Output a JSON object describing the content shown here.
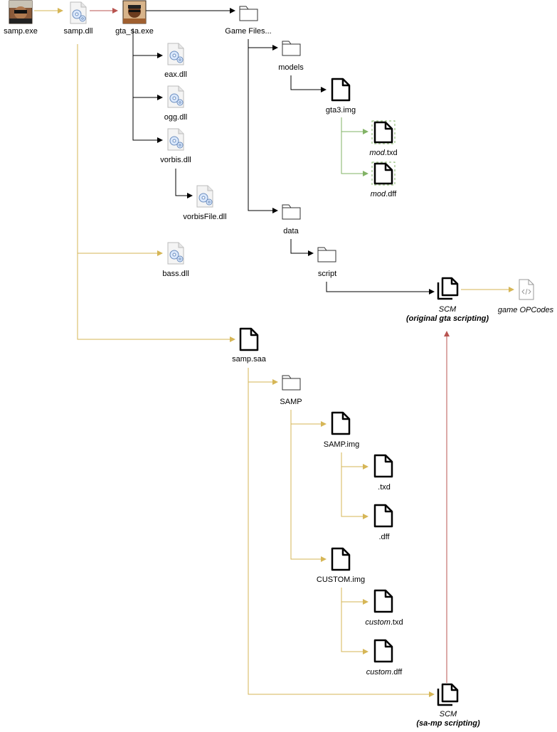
{
  "colors": {
    "black_edge": "#000000",
    "gold_edge": "#d6b656",
    "red_edge": "#b85450",
    "green_edge": "#82b366",
    "gear_fill": "#dae8fc",
    "gear_stroke": "#6c8ebf",
    "muted_icon": "#999999"
  },
  "nodes": {
    "samp_exe": {
      "label": "samp.exe",
      "icon": "avatar-samp-icon"
    },
    "samp_dll": {
      "label": "samp.dll",
      "icon": "gear-file-icon"
    },
    "gta_sa_exe": {
      "label": "gta_sa.exe",
      "icon": "avatar-gta-icon"
    },
    "game_files": {
      "label": "Game Files...",
      "icon": "folder-icon"
    },
    "eax_dll": {
      "label": "eax.dll",
      "icon": "gear-file-icon"
    },
    "ogg_dll": {
      "label": "ogg.dll",
      "icon": "gear-file-icon"
    },
    "vorbis_dll": {
      "label": "vorbis.dll",
      "icon": "gear-file-icon"
    },
    "vorbisfile_dll": {
      "label": "vorbisFile.dll",
      "icon": "gear-file-icon"
    },
    "bass_dll": {
      "label": "bass.dll",
      "icon": "gear-file-icon"
    },
    "models": {
      "label": "models",
      "icon": "folder-icon"
    },
    "gta3_img": {
      "label": "gta3.img",
      "icon": "file-icon"
    },
    "mod_txd": {
      "label_italic": "mod",
      "label_rest": ".txd",
      "icon": "file-icon"
    },
    "mod_dff": {
      "label_italic": "mod",
      "label_rest": ".dff",
      "icon": "file-icon"
    },
    "data": {
      "label": "data",
      "icon": "folder-icon"
    },
    "script": {
      "label": "script",
      "icon": "folder-icon"
    },
    "scm_original": {
      "label_line1": "SCM",
      "label_line2": "(original gta scripting)",
      "icon": "files-stack-icon"
    },
    "game_opcodes": {
      "label": "game OPCodes",
      "icon": "code-file-icon"
    },
    "samp_saa": {
      "label": "samp.saa",
      "icon": "file-icon"
    },
    "samp_folder": {
      "label": "SAMP",
      "icon": "folder-icon"
    },
    "samp_img": {
      "label": "SAMP.img",
      "icon": "file-icon"
    },
    "txd": {
      "label": ".txd",
      "icon": "file-icon"
    },
    "dff": {
      "label": ".dff",
      "icon": "file-icon"
    },
    "custom_img": {
      "label": "CUSTOM.img",
      "icon": "file-icon"
    },
    "custom_txd": {
      "label_italic": "custom",
      "label_rest": ".txd",
      "icon": "file-icon"
    },
    "custom_dff": {
      "label_italic": "custom",
      "label_rest": ".dff",
      "icon": "file-icon"
    },
    "scm_samp": {
      "label_line1": "SCM",
      "label_line2": "(sa-mp scripting)",
      "icon": "files-stack-icon"
    }
  }
}
